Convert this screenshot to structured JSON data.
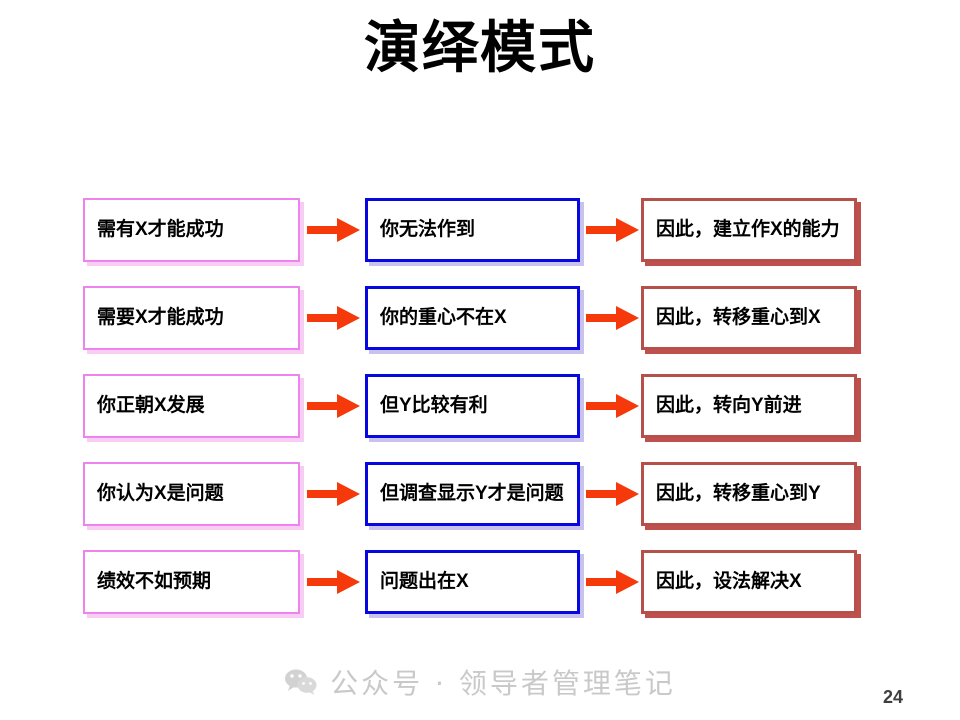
{
  "slide": {
    "title": "演绎模式",
    "page_number": "24"
  },
  "columns": [
    {
      "key": "premise",
      "border_color": "#ee82ee",
      "shadow_color": "#f8cdf4"
    },
    {
      "key": "obstacle",
      "border_color": "#0707e0",
      "shadow_color": "#c9c1ee"
    },
    {
      "key": "conclusion",
      "border_color": "#b5504a",
      "shadow_color": "#c0504d"
    }
  ],
  "arrow_color": "#f5390b",
  "rows": [
    {
      "premise": "需有X才能成功",
      "obstacle": "你无法作到",
      "conclusion": "因此，建立作X的能力"
    },
    {
      "premise": "需要X才能成功",
      "obstacle": "你的重心不在X",
      "conclusion": "因此，转移重心到X"
    },
    {
      "premise": "你正朝X发展",
      "obstacle": "但Y比较有利",
      "conclusion": "因此，转向Y前进"
    },
    {
      "premise": "你认为X是问题",
      "obstacle": "但调查显示Y才是问题",
      "conclusion": "因此，转移重心到Y"
    },
    {
      "premise": "绩效不如预期",
      "obstacle": "问题出在X",
      "conclusion": "因此，设法解决X"
    }
  ],
  "footer": {
    "icon": "wechat-icon",
    "text": "公众号 · 领导者管理笔记"
  }
}
